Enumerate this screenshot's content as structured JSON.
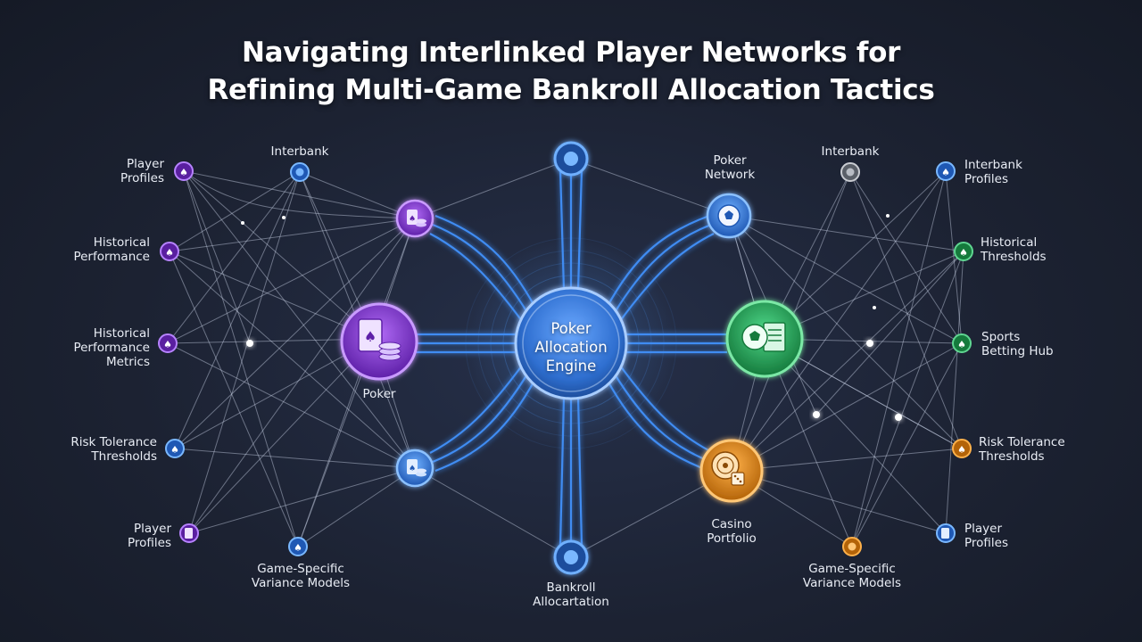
{
  "title": {
    "line1": "Navigating Interlinked Player Networks for",
    "line2": "Refining Multi-Game Bankroll Allocation Tactics"
  },
  "center": {
    "line1": "Poker",
    "line2": "Allocation",
    "line3": "Engine"
  },
  "hubs": {
    "poker": "Poker",
    "poker_network": {
      "line1": "Poker",
      "line2": "Network"
    },
    "casino": {
      "line1": "Casino",
      "line2": "Portfolio"
    },
    "bankroll": {
      "line1": "Bankroll",
      "line2": "Allocartation"
    }
  },
  "left": {
    "player_profiles_top": {
      "line1": "Player",
      "line2": "Profiles"
    },
    "interbank": "Interbank",
    "historical_performance": {
      "line1": "Historical",
      "line2": "Performance"
    },
    "historical_metrics": {
      "line1": "Historical",
      "line2": "Performance",
      "line3": "Metrics"
    },
    "risk_tolerance": {
      "line1": "Risk Tolerance",
      "line2": "Thresholds"
    },
    "player_profiles_bottom": {
      "line1": "Player",
      "line2": "Profiles"
    },
    "variance_models": {
      "line1": "Game-Specific",
      "line2": "Variance Models"
    }
  },
  "right": {
    "interbank": "Interbank",
    "interbank_profiles": {
      "line1": "Interbank",
      "line2": "Profiles"
    },
    "historical_thresholds": {
      "line1": "Historical",
      "line2": "Thresholds"
    },
    "sports_betting_hub": {
      "line1": "Sports",
      "line2": "Betting Hub"
    },
    "risk_tolerance": {
      "line1": "Risk Tolerance",
      "line2": "Thresholds"
    },
    "player_profiles": {
      "line1": "Player",
      "line2": "Profiles"
    },
    "variance_models": {
      "line1": "Game-Specific",
      "line2": "Variance Models"
    }
  },
  "colors": {
    "poker": "#8e44e0",
    "blue": "#3a8ef0",
    "sports": "#24a85a",
    "casino": "#e08a1a",
    "grey": "#9aa0a8",
    "engine": "#4a8fe8"
  },
  "icons": {
    "poker_cards": "playing-cards-chips-icon",
    "soccer_ball": "soccer-ball-icon",
    "roulette": "roulette-dice-icon",
    "spade": "spade-icon"
  }
}
